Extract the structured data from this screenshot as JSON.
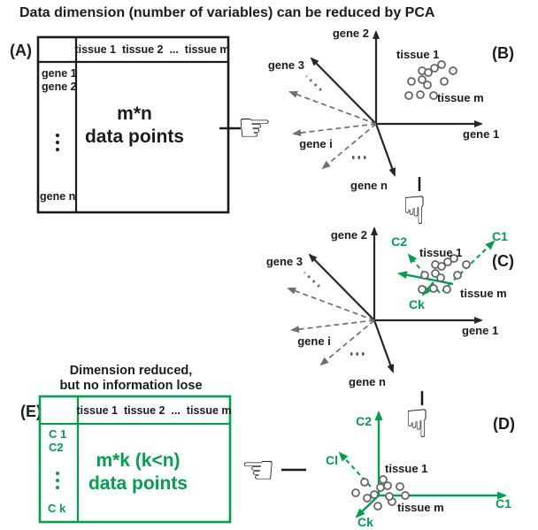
{
  "title": "Data dimension (number of variables) can be reduced by PCA",
  "colors": {
    "accent_green": "#00a04d",
    "ink": "#1c1c1c",
    "dashed_gray": "#6f6f6f",
    "circle_gray": "#666666"
  },
  "icons": {
    "pointer_right": "☞",
    "pointer_left": "☜",
    "pointer_down": "☟"
  },
  "panel_a": {
    "label": "(A)",
    "col_header": "tissue 1  tissue 2  ...  tissue m",
    "row1": "gene 1",
    "row2": "gene 2",
    "row_last": "gene n",
    "cell_line1": "m*n",
    "cell_line2": "data points"
  },
  "panel_b": {
    "label": "(B)",
    "gene1": "gene 1",
    "gene2": "gene 2",
    "gene3": "gene 3",
    "gene_i": "gene i",
    "gene_n": "gene n",
    "tissue1": "tissue 1",
    "tissue_m": "tissue m"
  },
  "panel_c": {
    "label": "(C)",
    "gene1": "gene 1",
    "gene2": "gene 2",
    "gene3": "gene 3",
    "gene_i": "gene i",
    "gene_n": "gene n",
    "tissue1": "tissue 1",
    "tissue_m": "tissue m",
    "c1": "C1",
    "c2": "C2",
    "ck": "Ck"
  },
  "panel_d": {
    "label": "(D)",
    "c1": "C1",
    "c2": "C2",
    "cl": "Cl",
    "ck": "Ck",
    "tissue1": "tissue 1",
    "tissue_m": "tissue m"
  },
  "panel_e": {
    "label": "(E)",
    "caption_line1": "Dimension reduced,",
    "caption_line2": "but no information lose",
    "col_header": "tissue 1  tissue 2  ...  tissue m",
    "row1": "C 1",
    "row2": "C2",
    "row_last": "C k",
    "cell_line1": "m*k (k<n)",
    "cell_line2": "data points"
  }
}
